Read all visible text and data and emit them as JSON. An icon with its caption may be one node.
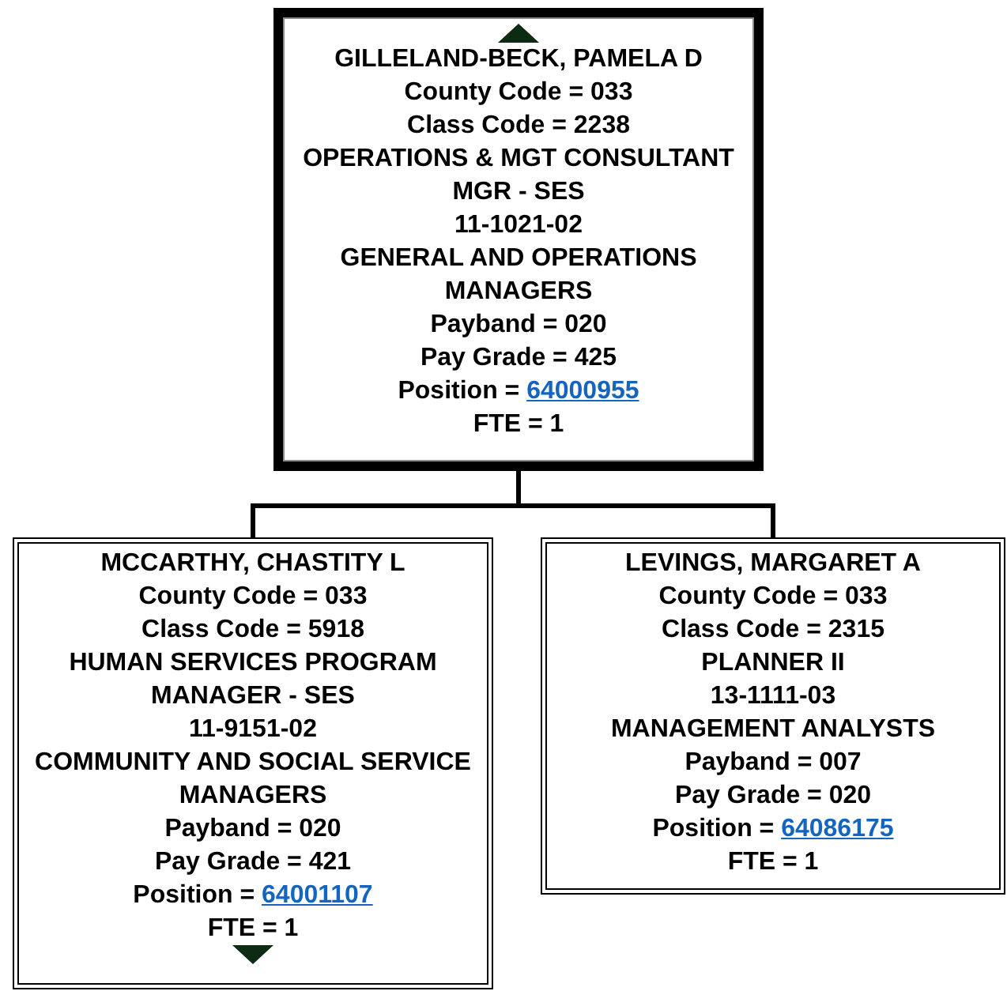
{
  "diagram": {
    "nodes": [
      {
        "text": [
          "GILLELAND-BECK, PAMELA D",
          "County Code = 033",
          "Class Code = 2238",
          "OPERATIONS & MGT CONSULTANT MGR - SES",
          "11-1021-02",
          "GENERAL AND OPERATIONS MANAGERS",
          "Payband = 020",
          "Pay Grade = 425",
          "Position = 64000955",
          "FTE = 1"
        ]
      },
      {
        "text": [
          "MCCARTHY, CHASTITY L",
          "County Code = 033",
          "Class Code = 5918",
          "HUMAN SERVICES PROGRAM MANAGER - SES",
          "11-9151-02",
          "COMMUNITY AND SOCIAL SERVICE MANAGERS",
          "Payband = 020",
          "Pay Grade = 421",
          "Position = 64001107",
          "FTE = 1"
        ]
      },
      {
        "text": [
          "LEVINGS, MARGARET A",
          "County Code = 033",
          "Class Code = 2315",
          "PLANNER II",
          "13-1111-03",
          "MANAGEMENT ANALYSTS",
          "Payband = 007",
          "Pay Grade = 020",
          "Position = 64086175",
          "FTE = 1"
        ]
      }
    ],
    "edges": [
      {
        "from": 0,
        "to": 1,
        "arrow": "none"
      },
      {
        "from": 0,
        "to": 2,
        "arrow": "none"
      }
    ]
  }
}
